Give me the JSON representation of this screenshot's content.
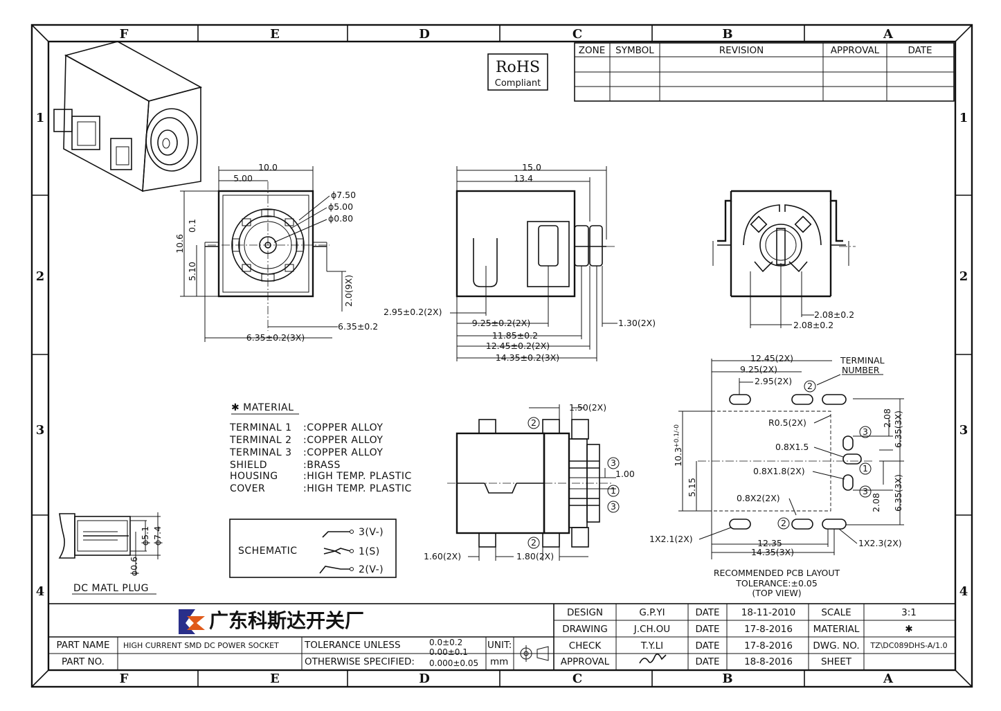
{
  "zones": {
    "cols": [
      "F",
      "E",
      "D",
      "C",
      "B",
      "A"
    ],
    "rows": [
      "1",
      "2",
      "3",
      "4"
    ]
  },
  "rohs": {
    "line1": "RoHS",
    "line2": "Compliant"
  },
  "revision_table": {
    "headers": [
      "ZONE",
      "SYMBOL",
      "REVISION",
      "APPROVAL",
      "DATE"
    ]
  },
  "front_view": {
    "w_total": "10.0",
    "w_half": "5.00",
    "d1": "ϕ7.50",
    "d2": "ϕ5.00",
    "d3": "ϕ0.80",
    "h_total": "10.6",
    "h_tol": "0.1",
    "h_half": "5.10",
    "pin_len": "2.0(9X)",
    "pin_a": "6.35±0.2",
    "pin_b": "6.35±0.2(3X)"
  },
  "side_view": {
    "w1": "15.0",
    "w2": "13.4",
    "d_a": "2.95±0.2(2X)",
    "d_b": "9.25±0.2(2X)",
    "d_c": "11.85±0.2",
    "d_d": "12.45±0.2(2X)",
    "d_e": "14.35±0.2(3X)",
    "d_f": "1.30(2X)"
  },
  "rear_view": {
    "d1": "2.08±0.2",
    "d2": "2.08±0.2"
  },
  "material": {
    "title": "✱ MATERIAL",
    "rows": [
      {
        "part": "TERMINAL 1",
        "value": ":COPPER ALLOY"
      },
      {
        "part": "TERMINAL 2",
        "value": ":COPPER ALLOY"
      },
      {
        "part": "TERMINAL 3",
        "value": ":COPPER ALLOY"
      },
      {
        "part": "SHIELD",
        "value": ":BRASS"
      },
      {
        "part": "HOUSING",
        "value": ":HIGH TEMP. PLASTIC"
      },
      {
        "part": "COVER",
        "value": ":HIGH TEMP. PLASTIC"
      }
    ]
  },
  "schematic": {
    "label": "SCHEMATIC",
    "p3": "3(V-)",
    "p1": "1(S)",
    "p2": "2(V-)"
  },
  "bottom_view": {
    "d1": "1.50(2X)",
    "d2": "1.00",
    "d3": "1.60(2X)",
    "d4": "1.80(2X)",
    "n1": "1",
    "n2": "2",
    "n3": "3"
  },
  "plug": {
    "d1": "ϕ5.1",
    "d2": "ϕ7.4",
    "d3": "ϕ0.6",
    "label": "DC MATL PLUG"
  },
  "pcb": {
    "d1": "12.45(2X)",
    "d2": "9.25(2X)",
    "d3": "2.95(2X)",
    "term1": "TERMINAL",
    "term2": "NUMBER",
    "r": "R0.5(2X)",
    "s1": "0.8X1.5",
    "s2": "0.8X1.8(2X)",
    "s3": "0.8X2(2X)",
    "h1": "10.3",
    "h1tol": "+0.1/-0",
    "h2": "5.15",
    "v1": "2.08",
    "v2": "6.35(3X)",
    "v3": "2.08",
    "v4": "6.35(3X)",
    "p1": "1X2.1(2X)",
    "p2": "1X2.3(2X)",
    "w1": "12.35",
    "w2": "14.35(3X)",
    "c1": "RECOMMENDED PCB LAYOUT",
    "c2": "TOLERANCE:±0.05",
    "c3": "(TOP VIEW)"
  },
  "title_block": {
    "company": "广东科斯达开关厂",
    "part_name_label": "PART NAME",
    "part_name": "HIGH CURRENT SMD DC POWER SOCKET",
    "part_no_label": "PART NO.",
    "tol1": "TOLERANCE UNLESS",
    "tol2": "OTHERWISE SPECIFIED:",
    "tv1": "0.0±0.2",
    "tv2": "0.00±0.1",
    "tv3": "0.000±0.05",
    "unit": "UNIT:",
    "unit_val": "mm",
    "design": "DESIGN",
    "design_by": "G.P.YI",
    "design_date": "18-11-2010",
    "drawing": "DRAWING",
    "drawing_by": "J.CH.OU",
    "drawing_date": "17-8-2016",
    "check": "CHECK",
    "check_by": "T.Y.LI",
    "check_date": "17-8-2016",
    "approval": "APPROVAL",
    "approval_date": "18-8-2016",
    "date": "DATE",
    "scale": "SCALE",
    "scale_val": "3:1",
    "material": "MATERIAL",
    "material_val": "✱",
    "dwg": "DWG. NO.",
    "dwg_val": "TZ\\DC089DHS-A/1.0",
    "sheet": "SHEET"
  }
}
